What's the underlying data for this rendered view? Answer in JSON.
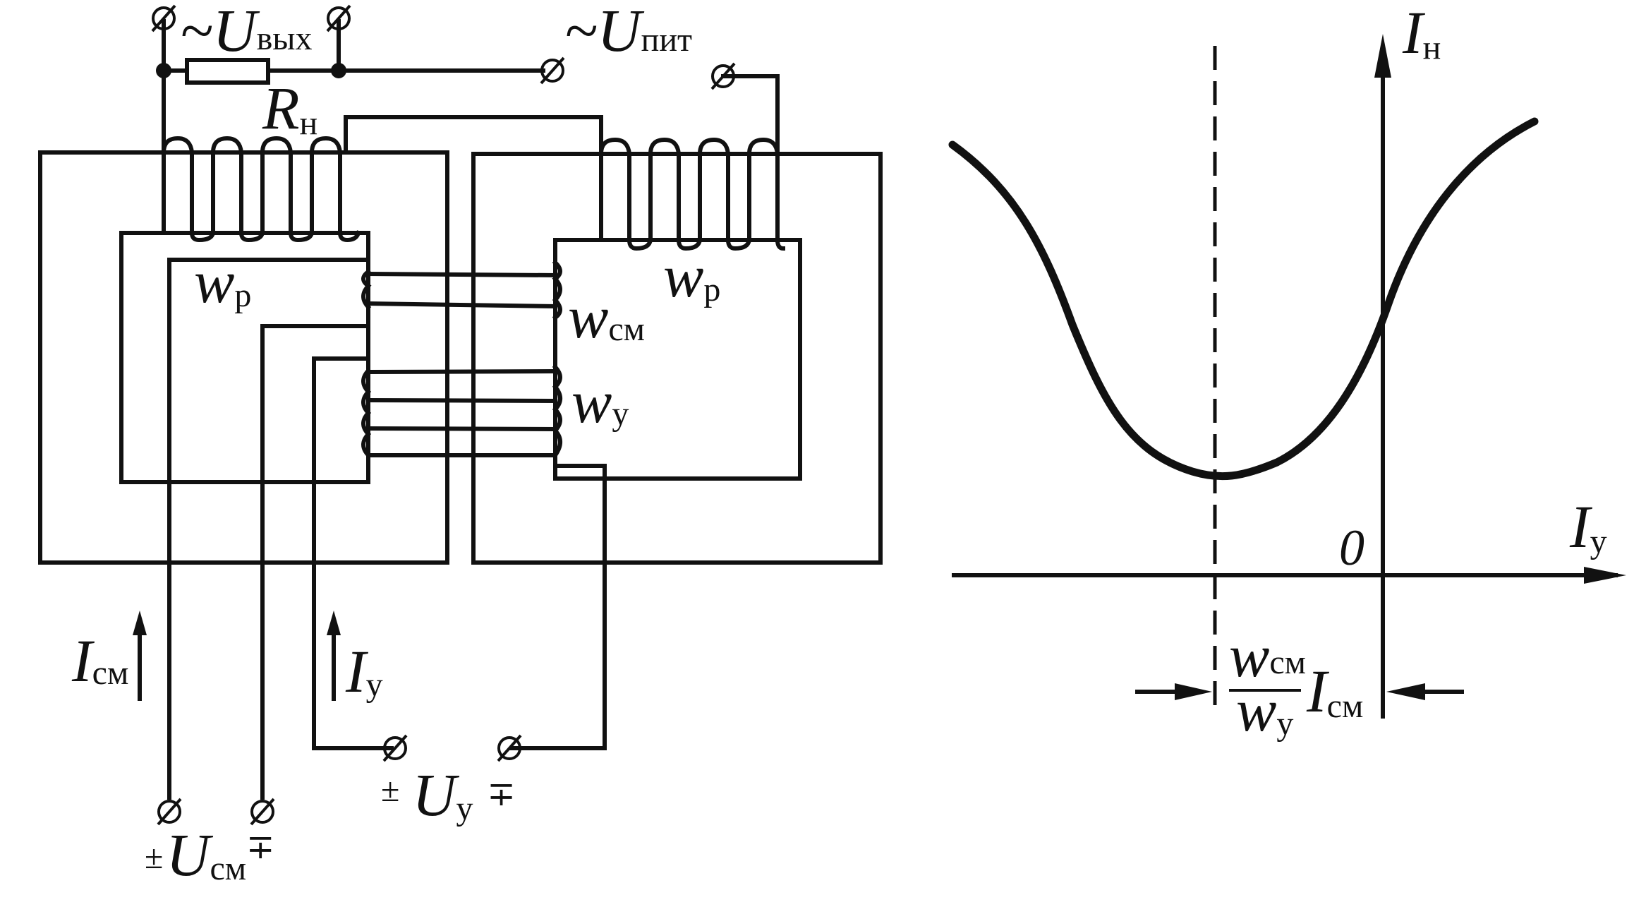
{
  "circuit": {
    "u_out": {
      "symbol": "~U",
      "sub": "вых"
    },
    "u_supply": {
      "symbol": "~U",
      "sub": "пит"
    },
    "r_load": {
      "symbol": "R",
      "sub": "н"
    },
    "w_p_left": {
      "symbol": "w",
      "sub": "р"
    },
    "w_p_right": {
      "symbol": "w",
      "sub": "р"
    },
    "w_bias": {
      "symbol": "w",
      "sub": "см"
    },
    "w_ctrl": {
      "symbol": "w",
      "sub": "у"
    },
    "i_bias": {
      "symbol": "I",
      "sub": "см"
    },
    "i_ctrl": {
      "symbol": "I",
      "sub": "у"
    },
    "u_ctrl": {
      "pm": "±",
      "symbol": "U",
      "sub": "у",
      "mp": "∓"
    },
    "u_bias": {
      "pm": "±",
      "symbol": "U",
      "sub": "см",
      "mp": "∓"
    }
  },
  "graph": {
    "y_axis": {
      "symbol": "I",
      "sub": "н"
    },
    "x_axis": {
      "symbol": "I",
      "sub": "у"
    },
    "origin": "0",
    "shift": {
      "num_symbol": "w",
      "num_sub": "см",
      "den_symbol": "w",
      "den_sub": "у",
      "factor_symbol": "I",
      "factor_sub": "см"
    }
  }
}
